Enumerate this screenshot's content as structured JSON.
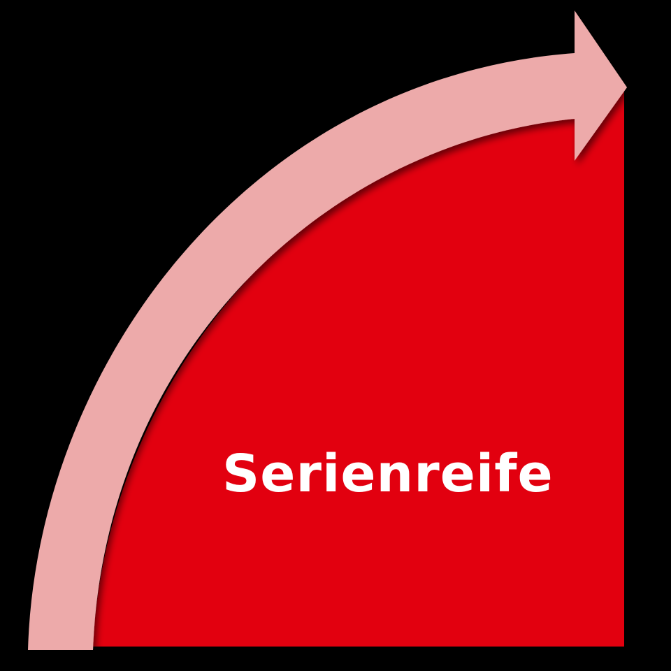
{
  "diagram": {
    "label": "Serienreife",
    "colors": {
      "background": "#000000",
      "region_fill": "#e2000f",
      "arrow_fill": "#edaaaa",
      "label_text": "#ffffff"
    },
    "arrow": {
      "direction": "right",
      "shape": "curved-arc"
    }
  }
}
